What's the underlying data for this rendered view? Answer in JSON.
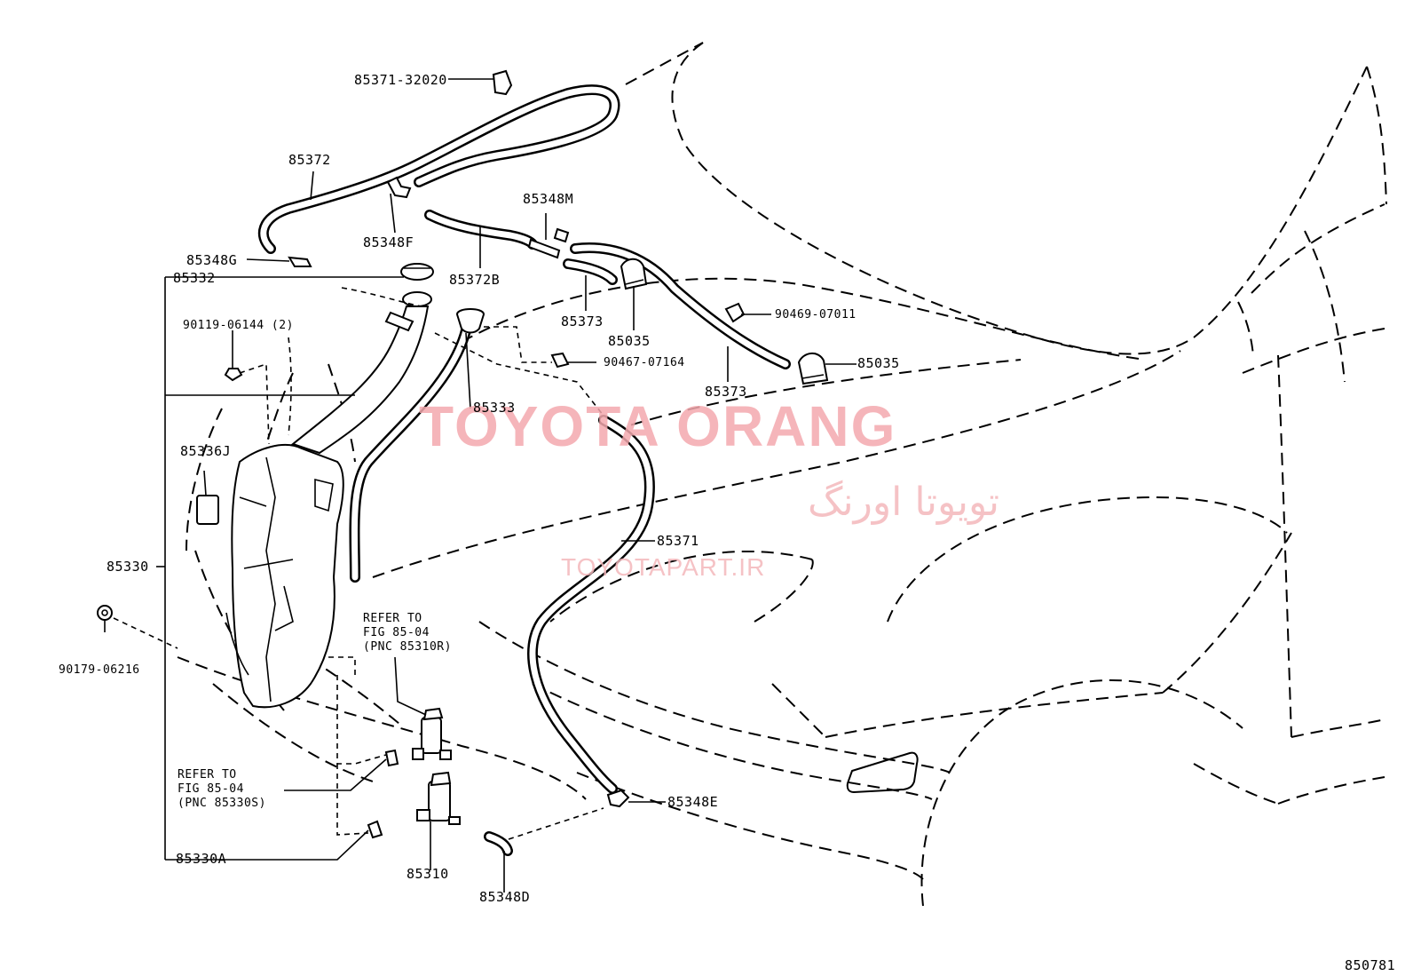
{
  "watermark": {
    "title": "TOYOTA ORANG",
    "persian": "تویوتا اورنگ",
    "url": "TOYOTAPART.IR"
  },
  "labels": {
    "p_85371_32020": "85371-32020",
    "p_85372": "85372",
    "p_85348F": "85348F",
    "p_85348G": "85348G",
    "p_85332": "85332",
    "p_90119_06144": "90119-06144 (2)",
    "p_85336J": "85336J",
    "p_85330": "85330",
    "p_90179_06216": "90179-06216",
    "p_85348M": "85348M",
    "p_85372B": "85372B",
    "p_85373_a": "85373",
    "p_85035_a": "85035",
    "p_90469_07011": "90469-07011",
    "p_90467_07164": "90467-07164",
    "p_85035_b": "85035",
    "p_85373_b": "85373",
    "p_85333": "85333",
    "p_85371": "85371",
    "p_85348E": "85348E",
    "p_85348D": "85348D",
    "p_85310": "85310",
    "p_85330A": "85330A",
    "figure_no": "850781"
  },
  "refer_r": {
    "line1": "REFER TO",
    "line2": "FIG 85-04",
    "line3": "(PNC 85310R)"
  },
  "refer_s": {
    "line1": "REFER TO",
    "line2": "FIG 85-04",
    "line3": "(PNC 85330S)"
  }
}
